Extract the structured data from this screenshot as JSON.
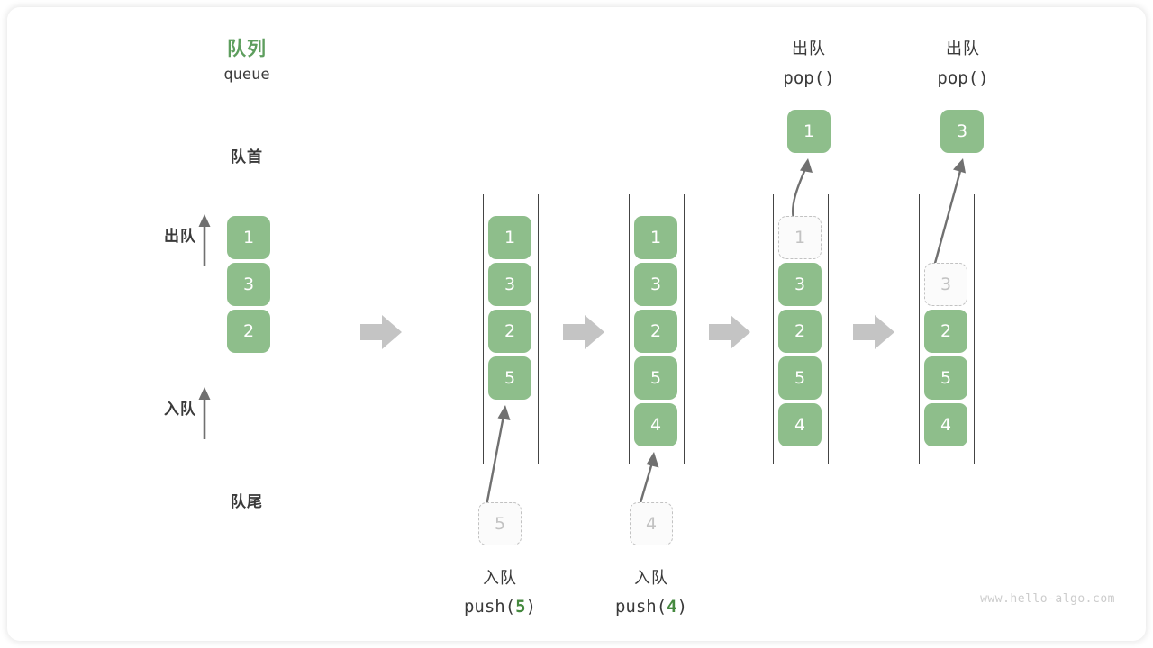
{
  "diagram": {
    "title_cn": "队列",
    "title_en": "queue",
    "head_label": "队首",
    "tail_label": "队尾",
    "dequeue_label": "出队",
    "enqueue_label": "入队",
    "watermark": "www.hello-algo.com",
    "colors": {
      "element_fill": "#8ebe8b",
      "element_text": "#ffffff",
      "ghost_fill": "#fbfbfb",
      "ghost_border": "#c2c2c2",
      "ghost_text": "#c2c2c2",
      "accent_green": "#5e9e5e",
      "code_arg_green": "#45893f",
      "rail": "#444444",
      "arrow": "#707070",
      "step_arrow": "#c4c4c4",
      "text": "#3a3a3a",
      "background": "#ffffff"
    }
  },
  "chart_data": {
    "type": "diagram",
    "title": "队列 queue",
    "description": "Queue FIFO operation sequence: initial queue, push(5), push(4), pop() returning 1, pop() returning 3",
    "states": [
      {
        "id": "initial",
        "index": 0,
        "elements": [
          "1",
          "3",
          "2"
        ],
        "ghost_top": null,
        "ghost_slot": null,
        "popped": null
      },
      {
        "id": "after-push-5",
        "index": 1,
        "elements": [
          "1",
          "3",
          "2",
          "5"
        ],
        "ghost_top": null,
        "ghost_slot": null,
        "popped": null
      },
      {
        "id": "after-push-4",
        "index": 2,
        "elements": [
          "1",
          "3",
          "2",
          "5",
          "4"
        ],
        "ghost_top": null,
        "ghost_slot": null,
        "popped": null
      },
      {
        "id": "pop-1",
        "index": 3,
        "elements": [
          "3",
          "2",
          "5",
          "4"
        ],
        "ghost_top": "1",
        "ghost_slot": 0,
        "popped": "1"
      },
      {
        "id": "pop-3",
        "index": 4,
        "elements": [
          "2",
          "5",
          "4"
        ],
        "ghost_top": "3",
        "ghost_slot": 1,
        "popped": "3"
      }
    ],
    "operations": [
      {
        "cn": "入队",
        "code_prefix": "push(",
        "code_arg": "5",
        "code_suffix": ")",
        "ghost_value": "5"
      },
      {
        "cn": "入队",
        "code_prefix": "push(",
        "code_arg": "4",
        "code_suffix": ")",
        "ghost_value": "4"
      },
      {
        "cn": "出队",
        "code": "pop()",
        "result": "1"
      },
      {
        "cn": "出队",
        "code": "pop()",
        "result": "3"
      }
    ]
  },
  "cells": {
    "col1": [
      "1",
      "3",
      "2"
    ],
    "col2": [
      "1",
      "3",
      "2",
      "5"
    ],
    "col3": [
      "1",
      "3",
      "2",
      "5",
      "4"
    ],
    "col4_ghost": "1",
    "col4": [
      "3",
      "2",
      "5",
      "4"
    ],
    "col5_ghost": "3",
    "col5": [
      "2",
      "5",
      "4"
    ],
    "push5_ghost": "5",
    "push4_ghost": "4",
    "pop1_result": "1",
    "pop3_result": "3"
  },
  "operations": {
    "push5_cn": "入队",
    "push5_code_prefix": "push(",
    "push5_code_arg": "5",
    "push5_code_suffix": ")",
    "push4_cn": "入队",
    "push4_code_prefix": "push(",
    "push4_code_arg": "4",
    "push4_code_suffix": ")",
    "pop1_cn": "出队",
    "pop1_code": "pop()",
    "pop2_cn": "出队",
    "pop2_code": "pop()"
  }
}
